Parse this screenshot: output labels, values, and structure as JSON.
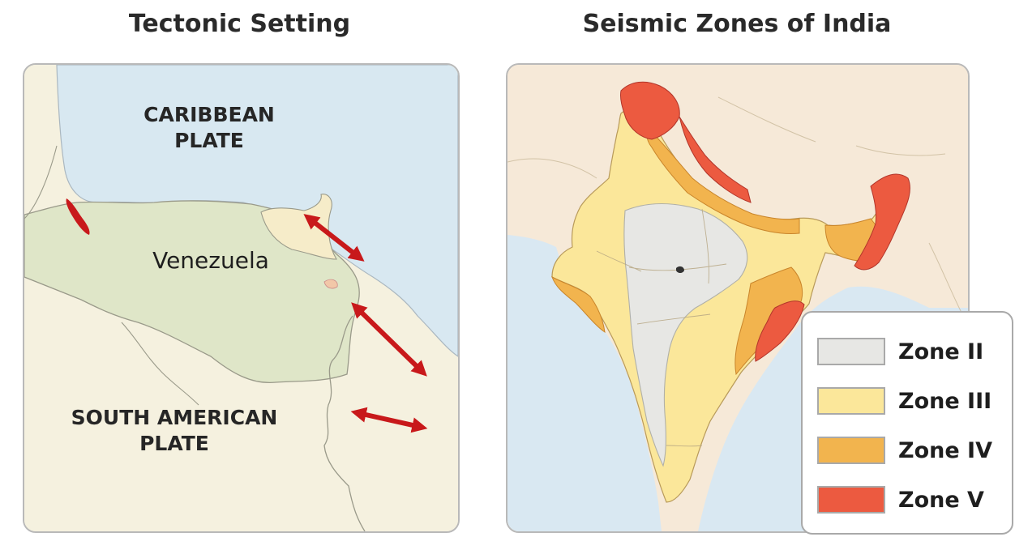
{
  "titles": {
    "left": "Tectonic Setting",
    "right": "Seismic Zones of India"
  },
  "tectonic_map": {
    "labels": {
      "caribbean_plate": "CARIBBEAN\nPLATE",
      "venezuela": "Venezuela",
      "south_american_plate": "SOUTH AMERICAN\nPLATE"
    },
    "colors": {
      "sea": "#d8e8f1",
      "land": "#f5f1df",
      "venezuela": "#dfe6c8",
      "arrows": "#c8191b"
    }
  },
  "seismic_map": {
    "legend": [
      {
        "label": "Zone II",
        "color": "#e7e7e4"
      },
      {
        "label": "Zone III",
        "color": "#fbe79a"
      },
      {
        "label": "Zone IV",
        "color": "#f2b44e"
      },
      {
        "label": "Zone V",
        "color": "#ec5a40"
      }
    ],
    "colors": {
      "sea": "#d9e8f2",
      "land": "#f6e9d8"
    }
  }
}
